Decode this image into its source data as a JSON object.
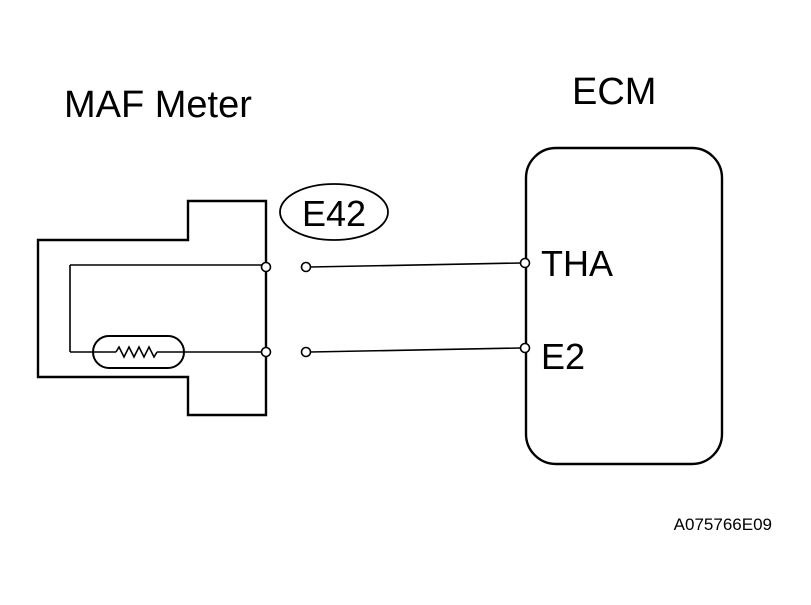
{
  "labels": {
    "maf_meter": "MAF Meter",
    "ecm": "ECM",
    "connector": "E42",
    "terminal_tha": "THA",
    "terminal_e2": "E2",
    "figure_id": "A075766E09"
  },
  "colors": {
    "line": "#000000",
    "background": "#ffffff"
  }
}
